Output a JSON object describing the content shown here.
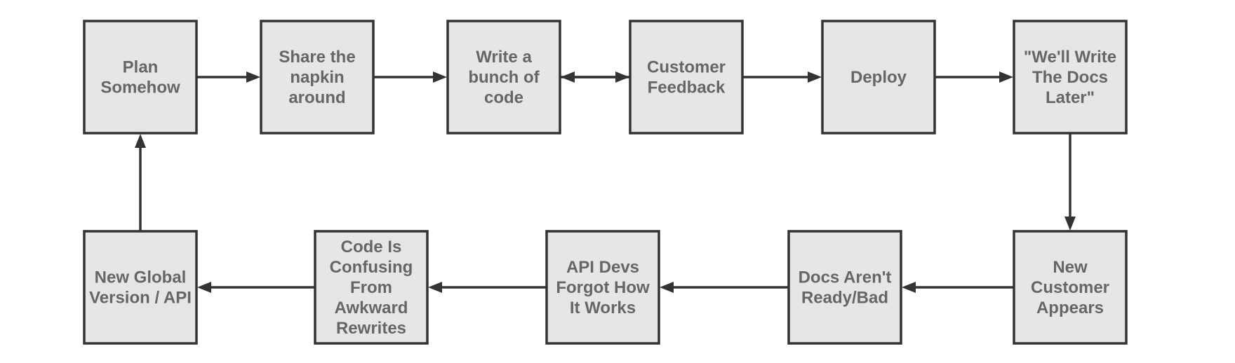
{
  "diagram": {
    "type": "flowchart",
    "colors": {
      "node_fill": "#e6e6e6",
      "node_stroke": "#333333",
      "node_text": "#666666",
      "edge": "#333333"
    },
    "nodes": [
      {
        "id": "plan-somehow",
        "label": "Plan Somehow"
      },
      {
        "id": "share-the-napkin",
        "label": "Share the napkin around"
      },
      {
        "id": "write-code",
        "label": "Write a bunch of code"
      },
      {
        "id": "customer-feedback",
        "label": "Customer Feedback"
      },
      {
        "id": "deploy",
        "label": "Deploy"
      },
      {
        "id": "docs-later",
        "label": "\"We'll Write The Docs Later\""
      },
      {
        "id": "new-customer",
        "label": "New Customer Appears"
      },
      {
        "id": "docs-bad",
        "label": "Docs Aren't Ready/Bad"
      },
      {
        "id": "api-devs-forgot",
        "label": "API Devs Forgot How It Works"
      },
      {
        "id": "code-confusing",
        "label": "Code Is Confusing From Awkward Rewrites"
      },
      {
        "id": "new-global-version",
        "label": "New Global Version / API"
      }
    ],
    "edges": [
      {
        "from": "plan-somehow",
        "to": "share-the-napkin"
      },
      {
        "from": "share-the-napkin",
        "to": "write-code"
      },
      {
        "from": "write-code",
        "to": "customer-feedback"
      },
      {
        "from": "customer-feedback",
        "to": "write-code"
      },
      {
        "from": "customer-feedback",
        "to": "deploy"
      },
      {
        "from": "deploy",
        "to": "docs-later"
      },
      {
        "from": "docs-later",
        "to": "new-customer"
      },
      {
        "from": "new-customer",
        "to": "docs-bad"
      },
      {
        "from": "docs-bad",
        "to": "api-devs-forgot"
      },
      {
        "from": "api-devs-forgot",
        "to": "code-confusing"
      },
      {
        "from": "code-confusing",
        "to": "new-global-version"
      },
      {
        "from": "new-global-version",
        "to": "plan-somehow"
      }
    ]
  }
}
